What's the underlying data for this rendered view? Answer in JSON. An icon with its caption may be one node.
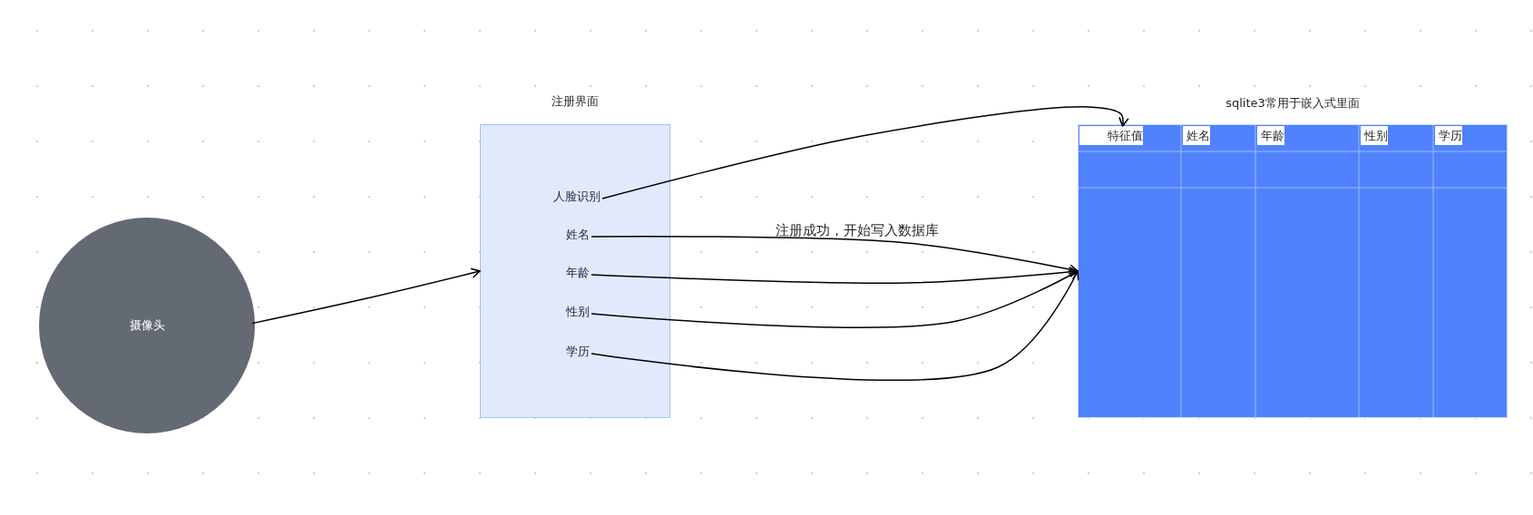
{
  "diagram": {
    "nodes": [
      {
        "text": [
          "摄像头"
        ]
      },
      {
        "text": [
          "注册界面"
        ]
      },
      {
        "text": [
          "人脸识别"
        ],
        "in": 1
      },
      {
        "text": [
          "姓名"
        ],
        "in": 1
      },
      {
        "text": [
          "年龄"
        ],
        "in": 1
      },
      {
        "text": [
          "性别"
        ],
        "in": 1
      },
      {
        "text": [
          "学历"
        ],
        "in": 1
      },
      {
        "text": [
          "sqlite3常用于嵌入式里面"
        ]
      },
      {
        "text": [
          "特征值"
        ],
        "in": 7
      },
      {
        "text": [
          "姓名"
        ],
        "in": 7
      },
      {
        "text": [
          "年龄"
        ],
        "in": 7
      },
      {
        "text": [
          "性别"
        ],
        "in": 7
      },
      {
        "text": [
          "学历"
        ],
        "in": 7
      }
    ],
    "edges": [
      {
        "from": 0,
        "to": 1,
        "arrow": "to"
      },
      {
        "from": 2,
        "to": 8,
        "arrow": "to"
      },
      {
        "from": 3,
        "to": 7,
        "arrow": "to",
        "label": "注册成功，开始写入数据库"
      },
      {
        "from": 4,
        "to": 7,
        "arrow": "to"
      },
      {
        "from": 5,
        "to": 7,
        "arrow": "to"
      },
      {
        "from": 6,
        "to": 7,
        "arrow": "to"
      }
    ]
  }
}
